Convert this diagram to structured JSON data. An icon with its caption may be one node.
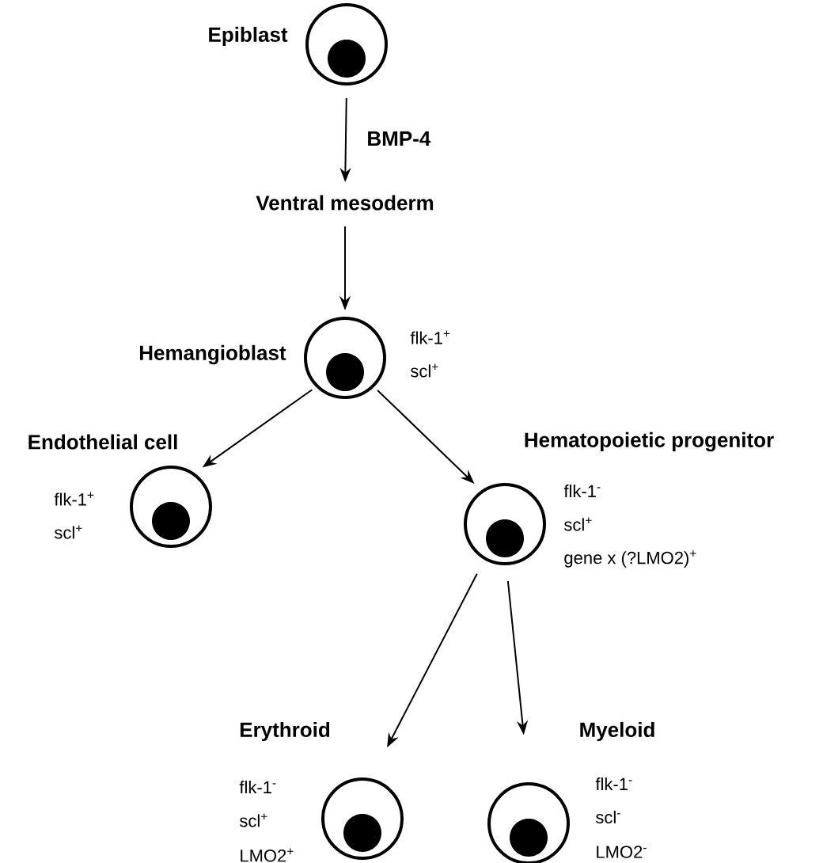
{
  "diagram": {
    "nodes": [
      {
        "text": [
          "Epiblast"
        ]
      },
      {
        "text": [
          "Ventral mesoderm"
        ]
      },
      {
        "text": [
          "Hemangioblast"
        ],
        "beside": [
          "flk-1$^{+}$",
          "scl$^{+}$"
        ]
      },
      {
        "text": [
          "Endothelial cell"
        ],
        "beside": [
          "flk-1$^{+}$",
          "scl$^{+}$"
        ]
      },
      {
        "text": [
          "Hematopoietic progenitor"
        ],
        "beside": [
          "flk-1$^{-}$",
          "scl$^{+}$",
          "gene x (?LMO2)$^{+}$"
        ]
      },
      {
        "text": [
          "Erythroid"
        ],
        "beside": [
          "flk-1$^{-}$",
          "scl$^{+}$",
          "LMO2$^{+}$"
        ]
      },
      {
        "text": [
          "Myeloid"
        ],
        "beside": [
          "flk-1$^{-}$",
          "scl$^{-}$",
          "LMO2$^{-}$"
        ]
      }
    ],
    "edges": [
      {
        "from": 0,
        "to": 1,
        "arrow": "to",
        "label": "BMP-4"
      },
      {
        "from": 1,
        "to": 2,
        "arrow": "to"
      },
      {
        "from": 2,
        "to": 3,
        "arrow": "to"
      },
      {
        "from": 2,
        "to": 4,
        "arrow": "to"
      },
      {
        "from": 4,
        "to": 5,
        "arrow": "to"
      },
      {
        "from": 4,
        "to": 6,
        "arrow": "to"
      }
    ]
  }
}
